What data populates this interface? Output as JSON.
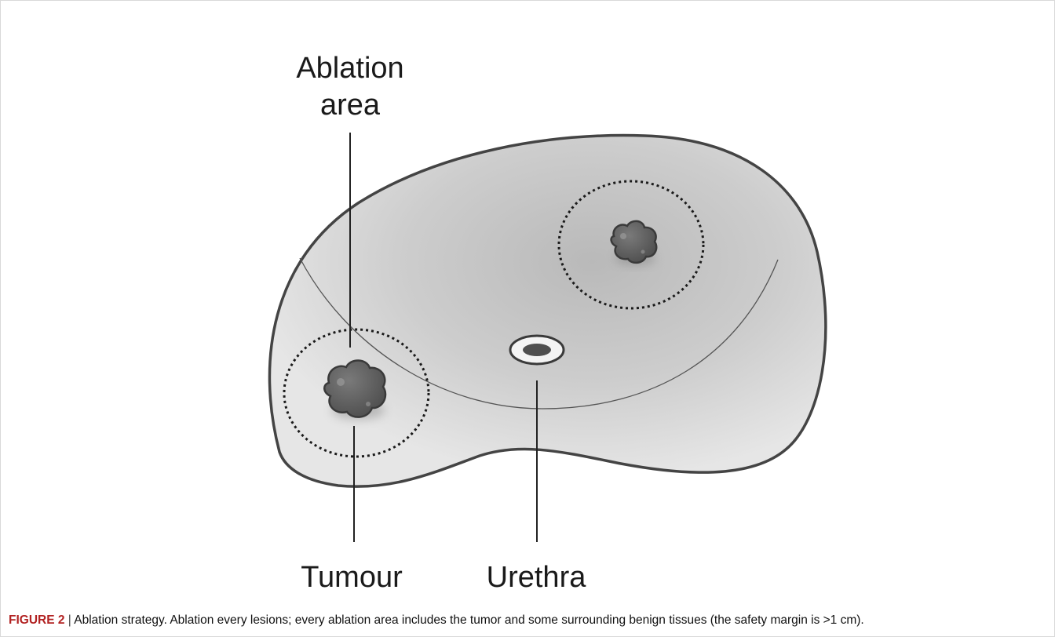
{
  "labels": {
    "ablation_line1": "Ablation",
    "ablation_line2": "area",
    "tumour": "Tumour",
    "urethra": "Urethra"
  },
  "caption": {
    "figure_label": "FIGURE 2",
    "separator": "|",
    "text": "Ablation strategy. Ablation every lesions; every ablation area includes the tumor and some surrounding benign tissues (the safety margin is >1 cm)."
  },
  "colors": {
    "outline": "#444444",
    "tumour_fill": "#5e5e5e",
    "urethra_fill": "#4f4f4f",
    "body_shade": "#d2d2d2"
  }
}
